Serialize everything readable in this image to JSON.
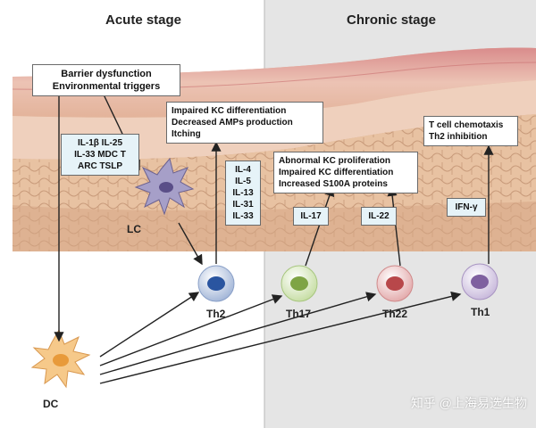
{
  "stages": {
    "acute": "Acute stage",
    "chronic": "Chronic stage"
  },
  "triggers": [
    "Barrier dysfunction",
    "Environmental triggers"
  ],
  "acute_cytokines": [
    "IL-1β  IL-25",
    "IL-33  MDC  T",
    "ARC  TSLP"
  ],
  "th2_effects": [
    "Impaired KC differentiation",
    "Decreased AMPs production",
    "Itching"
  ],
  "th2_cytokines": [
    "IL-4",
    "IL-5",
    "IL-13",
    "IL-31",
    "IL-33"
  ],
  "th17_22_effects": [
    "Abnormal KC proliferation",
    "Impaired KC differentiation",
    "Increased S100A proteins"
  ],
  "th1_effects": [
    "T cell chemotaxis",
    "Th2 inhibition"
  ],
  "chronic_cytokines": {
    "th17": "IL-17",
    "th22": "IL-22",
    "th1": "IFN-γ"
  },
  "cells": {
    "lc": "LC",
    "dc": "DC",
    "th2": "Th2",
    "th17": "Th17",
    "th22": "Th22",
    "th1": "Th1"
  },
  "watermark": "知乎 @上海易选生物",
  "colors": {
    "th2": "#2a55a0",
    "th17": "#7ea444",
    "th22": "#b8474a",
    "th1": "#7f60a0",
    "skin": "#e2b594",
    "dermis": "#d9a596",
    "acute_bg": "#ffffff",
    "chronic_bg": "#e5e5e5"
  }
}
